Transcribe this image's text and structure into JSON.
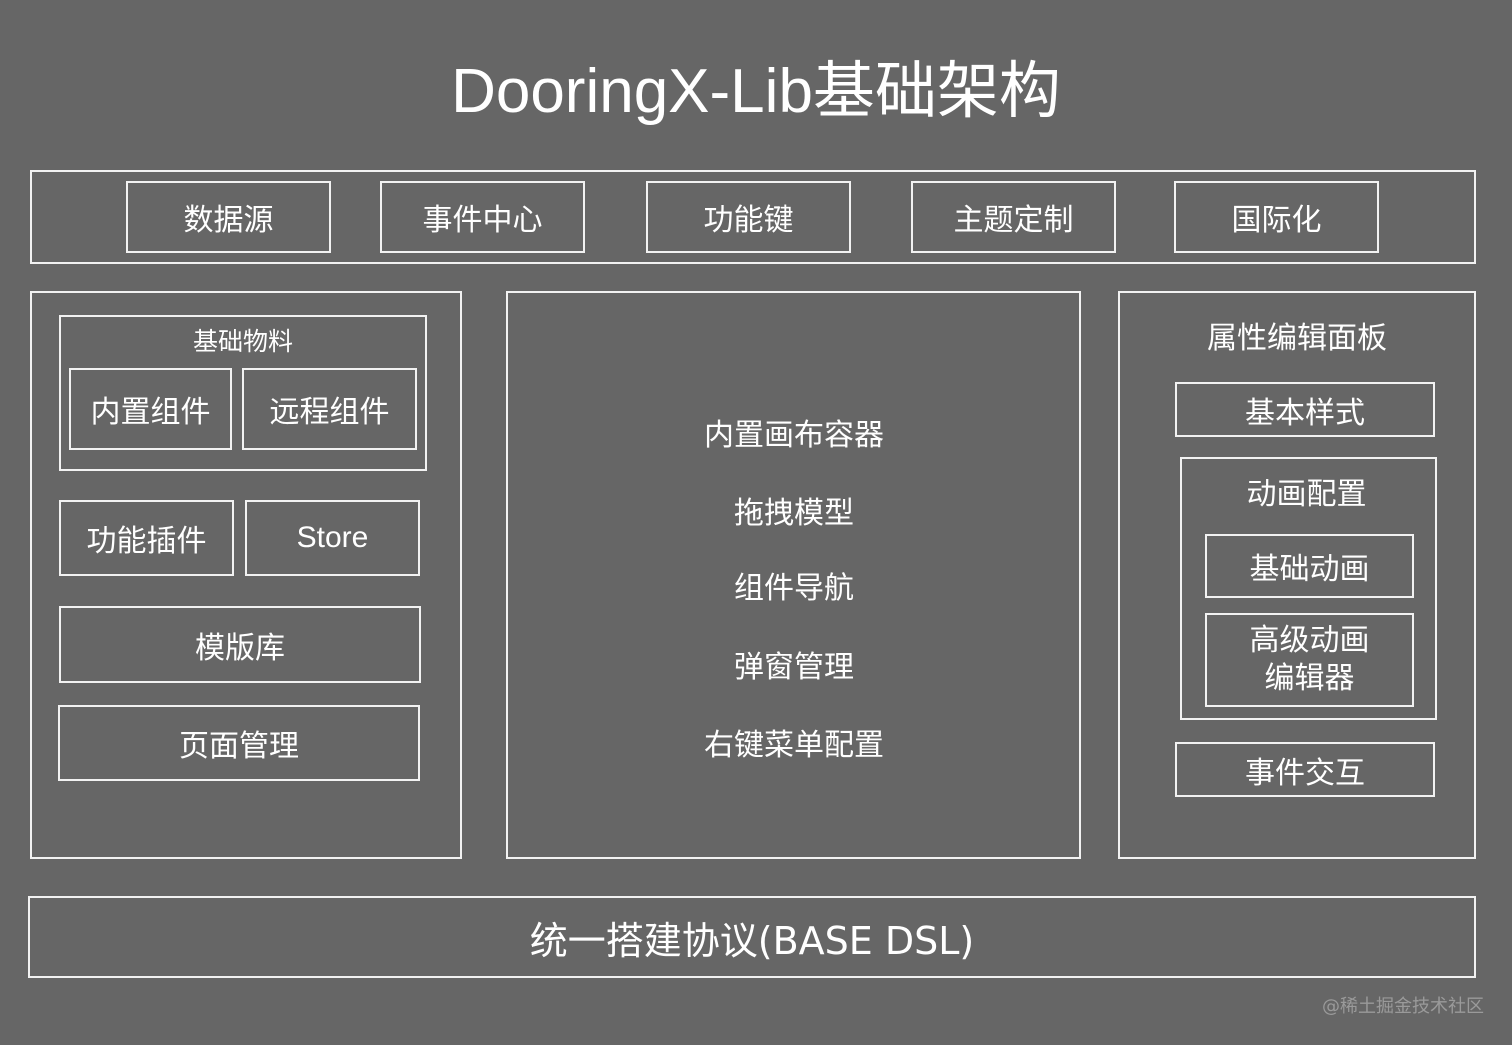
{
  "title": "DooringX-Lib基础架构",
  "top_bar": {
    "items": [
      "数据源",
      "事件中心",
      "功能键",
      "主题定制",
      "国际化"
    ]
  },
  "left_panel": {
    "basic_materials": {
      "title": "基础物料",
      "items": [
        "内置组件",
        "远程组件"
      ]
    },
    "plugin_label": "功能插件",
    "store_label": "Store",
    "template_label": "模版库",
    "page_mgmt_label": "页面管理"
  },
  "center_panel": {
    "items": [
      "内置画布容器",
      "拖拽模型",
      "组件导航",
      "弹窗管理",
      "右键菜单配置"
    ]
  },
  "right_panel": {
    "title": "属性编辑面板",
    "basic_style_label": "基本样式",
    "animation": {
      "title": "动画配置",
      "basic_label": "基础动画",
      "advanced_line1": "高级动画",
      "advanced_line2": "编辑器"
    },
    "event_label": "事件交互"
  },
  "bottom_bar": {
    "label": "统一搭建协议(BASE DSL)"
  },
  "watermark": "@稀土掘金技术社区",
  "colors": {
    "background": "#666666",
    "border": "#f2f2f2",
    "text": "#ffffff"
  }
}
